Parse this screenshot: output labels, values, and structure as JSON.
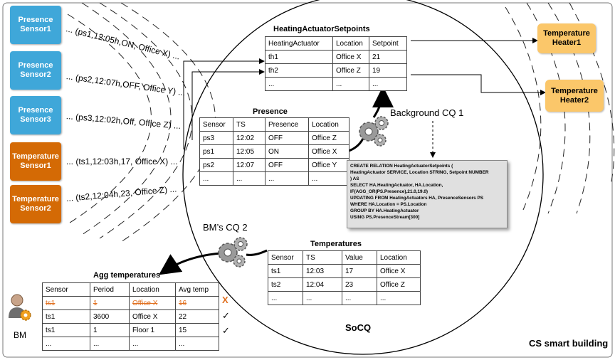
{
  "sensors": {
    "ps1": "Presence\nSensor1",
    "ps2": "Presence\nSensor2",
    "ps3": "Presence\nSensor3",
    "ts1": "Temperature\nSensor1",
    "ts2": "Temperature\nSensor2"
  },
  "streams": {
    "ps1": "... (ps1,12:05h,ON, Office X) ...",
    "ps2": "... (ps2,12:07h,OFF, Office Y) ...",
    "ps3": "... (ps3,12:02h,Off, Office Z) ...",
    "ts1": "... (ts1,12:03h,17, Office X) ...",
    "ts2": "... (ts2,12:04h,23, Office Z) ..."
  },
  "heaters": {
    "h1": "Temperature\nHeater1",
    "h2": "Temperature\nHeater2"
  },
  "setpoints": {
    "title": "HeatingActuatorSetpoints",
    "headers": [
      "HeatingActuator",
      "Location",
      "Setpoint"
    ],
    "rows": [
      [
        "th1",
        "Office X",
        "21"
      ],
      [
        "th2",
        "Office Z",
        "19"
      ],
      [
        "...",
        "...",
        "..."
      ]
    ]
  },
  "presence": {
    "title": "Presence",
    "headers": [
      "Sensor",
      "TS",
      "Presence",
      "Location"
    ],
    "rows": [
      [
        "ps3",
        "12:02",
        "OFF",
        "Office Z"
      ],
      [
        "ps1",
        "12:05",
        "ON",
        "Office X"
      ],
      [
        "ps2",
        "12:07",
        "OFF",
        "Office Y"
      ],
      [
        "...",
        "...",
        "...",
        "..."
      ]
    ]
  },
  "temperatures": {
    "title": "Temperatures",
    "headers": [
      "Sensor",
      "TS",
      "Value",
      "Location"
    ],
    "rows": [
      [
        "ts1",
        "12:03",
        "17",
        "Office X"
      ],
      [
        "ts2",
        "12:04",
        "23",
        "Office Z"
      ],
      [
        "...",
        "...",
        "...",
        "..."
      ]
    ]
  },
  "agg": {
    "title": "Agg temperatures",
    "headers": [
      "Sensor",
      "Period",
      "Location",
      "Avg temp"
    ],
    "rows": [
      [
        "ts1",
        "1",
        "Office X",
        "16"
      ],
      [
        "ts1",
        "3600",
        "Office X",
        "22"
      ],
      [
        "ts1",
        "1",
        "Floor 1",
        "15"
      ],
      [
        "...",
        "...",
        "...",
        "..."
      ]
    ]
  },
  "marks": {
    "x": "X",
    "check1": "✓",
    "check2": "✓"
  },
  "labels": {
    "background_cq": "Background CQ 1",
    "bm_cq": "BM’s CQ 2",
    "socq": "SoCQ",
    "bm": "BM",
    "building": "CS smart building"
  },
  "sql": [
    "CREATE RELATION HeatingActuatorSetpoints (",
    "  HeatingActuator SERVICE, Location STRING, Setpoint NUMBER",
    ") AS",
    "SELECT HA.HeatingActuator, HA.Location,",
    "  IF(AGG_OR(PS.Presence),21.0,19.0)",
    "UPDATING FROM HeatingActuators HA, PresenceSensors PS",
    "WHERE HA.Location = PS.Location",
    "GROUP BY HA.HeatingActuator",
    "USING PS.PresenceStream[300]"
  ],
  "colors": {
    "presence": "#3fa7d9",
    "temperature": "#d46a05",
    "heater": "#fbc76a",
    "strike": "#e07020"
  }
}
